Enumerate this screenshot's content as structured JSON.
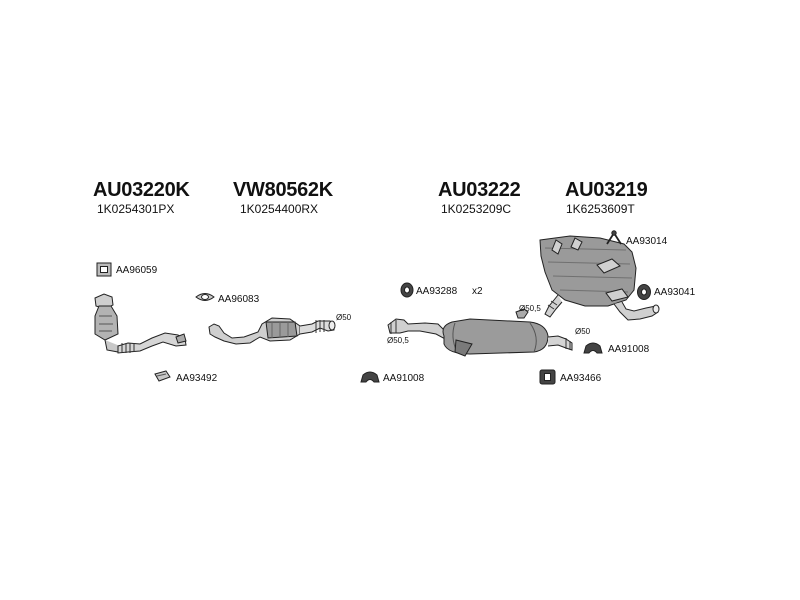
{
  "assemblies": [
    {
      "number": "AU03220K",
      "oe": "1K0254301PX"
    },
    {
      "number": "VW80562K",
      "oe": "1K0254400RX"
    },
    {
      "number": "AU03222",
      "oe": "1K0253209C"
    },
    {
      "number": "AU03219",
      "oe": "1K6253609T"
    }
  ],
  "parts": {
    "aa96059": "AA96059",
    "aa96083": "AA96083",
    "aa93492": "AA93492",
    "aa93288": "AA93288",
    "aa93288_qty": "x2",
    "aa91008_a": "AA91008",
    "aa93466": "AA93466",
    "aa91008_b": "AA91008",
    "aa93014": "AA93014",
    "aa93041": "AA93041"
  },
  "dimensions": {
    "d50_cat": "Ø50",
    "d50_5_front": "Ø50,5",
    "d50_5_rear": "Ø50,5",
    "d50_rear": "Ø50"
  },
  "colors": {
    "line": "#222222",
    "fill_dark": "#6a6a6a",
    "fill_mid": "#9a9a9a",
    "fill_light": "#d4d4d4"
  }
}
